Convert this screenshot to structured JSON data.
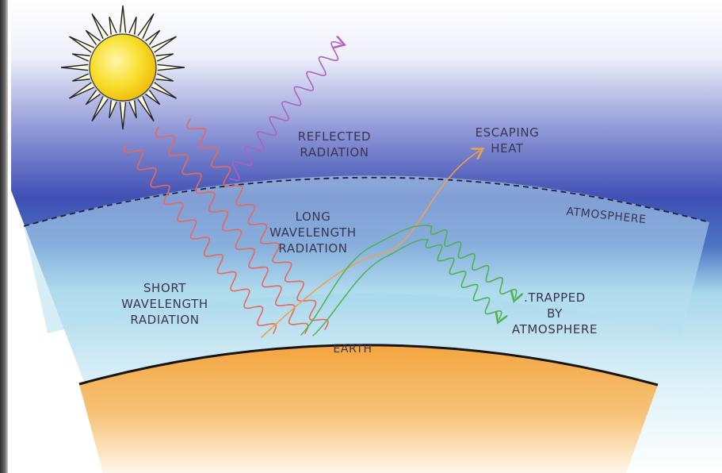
{
  "labels": {
    "reflected": "REFLECTED\nRADIATION",
    "escaping": "ESCAPING\nHEAT",
    "atmosphere": "ATMOSPHERE",
    "long": "LONG\nWAVELENGTH\nRADIATION",
    "short": "SHORT\nWAVELENGTH\nRADIATION",
    "trapped": ".TRAPPED\nBY\nATMOSPHERE",
    "earth": "EARTH"
  },
  "colors": {
    "sky_top": "#6e74c8",
    "sky_band": "#3f4fb4",
    "atmosphere": "#a8d8ec",
    "earth": "#f0a848",
    "sun": "#f8d820",
    "short_wave": "#e8685a",
    "reflected": "#b060c0",
    "escaping": "#f0a050",
    "trapped": "#50b050",
    "boundary": "#202030"
  },
  "icons": [
    "sun-icon"
  ]
}
